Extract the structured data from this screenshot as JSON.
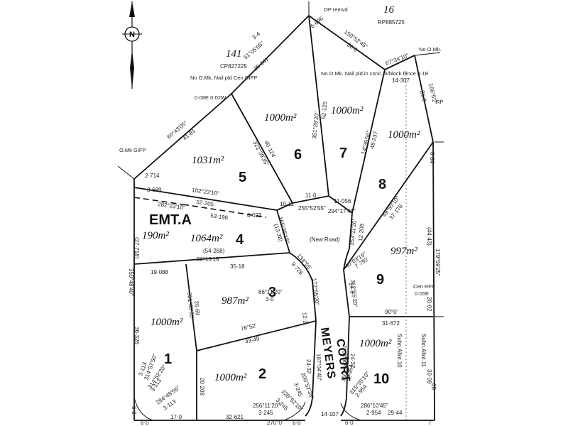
{
  "north": {
    "letter": "N"
  },
  "neighbours": {
    "lot141": "141",
    "plan141": "CP827225",
    "lot16": "16",
    "plan16": "RP885725",
    "peg_top": "OP remvd",
    "top_left_mark": "No O.Mk. Nail pld Cen GIFP",
    "top_left_offsets": "0·08E 0·02W",
    "top_right_mark": "No O.Mk. Nail pld in conc. S/block fence 0·1E",
    "right_mark": "No O.Mk.",
    "right_rp": "RP",
    "left_mark": "O.Mk GIFP",
    "cen_rfp": "Cen RFP",
    "cen_rfp_off": "0·05E",
    "new_road": "(New Road)",
    "road_name_1": "MEYERS",
    "road_name_2": "COURT",
    "subn_10": "Subn.Allot.10",
    "subn_11": "Subn.Allot.11"
  },
  "easement": {
    "label": "EMT.A",
    "area": "190m²"
  },
  "lots": [
    {
      "id": "1",
      "area": "1000m²"
    },
    {
      "id": "2",
      "area": "1000m²"
    },
    {
      "id": "3",
      "area": "987m²"
    },
    {
      "id": "4",
      "area": "1064m²"
    },
    {
      "id": "5",
      "area": "1031m²"
    },
    {
      "id": "6",
      "area": "1000m²"
    },
    {
      "id": "7",
      "area": "1000m²"
    },
    {
      "id": "8",
      "area": "1000m²"
    },
    {
      "id": "9",
      "area": "997m²"
    },
    {
      "id": "10",
      "area": "1000m²"
    }
  ],
  "dims": {
    "d_top1": "3-4",
    "d_top1b": "51°05'05\"",
    "d_top1c": "35·641",
    "d_5a": "60°43'05\"",
    "d_5b": "41·81",
    "d_6a": "6·696",
    "d_6b": "351°28'20\"",
    "d_6c": "52·125",
    "d_6d": "40·124",
    "d_6e": "322°39'35\"",
    "d_7a": "150°52'45\"",
    "d_7b": "30·0",
    "d_7c": "14°39'50\"",
    "d_7d": "48·237",
    "d_8a": "67°34'10\"",
    "d_8b": "14·307",
    "d_8c": "166°5'2\"",
    "d_8d": "26·0",
    "d_8e": "8·64",
    "d_8f": "49°50'10\"",
    "d_8g": "37·176",
    "d_5c": "2·714",
    "d_5d": "3·689",
    "d_5e": "102°23'10\"",
    "d_5f": "52·205",
    "d_5g": "282°23'10\"",
    "d_5h": "53·196",
    "d_5i": "4·023",
    "d_5j": "10·11",
    "d_5k": "11·0",
    "d_5l": "255°52'55\"",
    "d_5m": "11·056",
    "d_7e": "294°17'45\"",
    "d_7f": "353°11'20\"",
    "d_7g": "12·208",
    "d_4a": "(27·718)",
    "d_4b": "(13·38)",
    "d_4c": "165°35'15\"",
    "d_4d": "(54·268)",
    "d_4e": "86°15'15\"",
    "d_4f": "359°48'40\"",
    "d_3a": "19·088",
    "d_3b": "35·18",
    "d_3c": "86°11'20\"",
    "d_3d": "3·0",
    "d_3e": "134°55'",
    "d_3f": "9·728",
    "d_3g": "172°55'20\"",
    "d_3h": "12·2",
    "d_3i": "351°05'35\"",
    "d_3j": "26·69",
    "d_9a": "40°03'15\"",
    "d_9b": "7·792",
    "d_9c": "352°55'20\"",
    "d_9d": "14·6",
    "d_9e": "90°0'",
    "d_9f": "31·672",
    "d_9g": "179°59'25\"",
    "d_9h": "(44·43)",
    "d_9i": "20·02",
    "d_1a": "36·326",
    "d_2a": "76°52'",
    "d_2b": "43·49",
    "d_2c": "20·208",
    "d_2d": "187°04'40\"",
    "d_2e": "24·32",
    "d_2f": "200°52'35\"",
    "d_2g": "3·245",
    "d_2h": "228°52'10\"",
    "d_2i": "3·245",
    "d_2j": "256°11'20\"",
    "d_2k": "3·245",
    "d_2l": "32·621",
    "d_1b": "3·113",
    "d_1c": "314°57'50\"",
    "d_1d": "3·113",
    "d_1e": "314°52'20\"",
    "d_1f": "284°48'55\"",
    "d_1g": "3·113",
    "d_1h": "17·0",
    "d_1i": "6·0",
    "d_b1": "270°0'",
    "d_b2": "6·0",
    "d_b3": "6·0",
    "d_b4": "14·107",
    "d_b5": "6·0",
    "d_10a": "7°04'40\"",
    "d_10b": "24·32",
    "d_10c": "350°34'05\"",
    "d_10d": "2·954",
    "d_10e": "315°35'10\"",
    "d_10f": "2·954",
    "d_10g": "286°10'45\"",
    "d_10h": "2·954",
    "d_10i": "29·44",
    "d_10j": "30·09",
    "d_10k": "7",
    "d_10l": "08"
  }
}
